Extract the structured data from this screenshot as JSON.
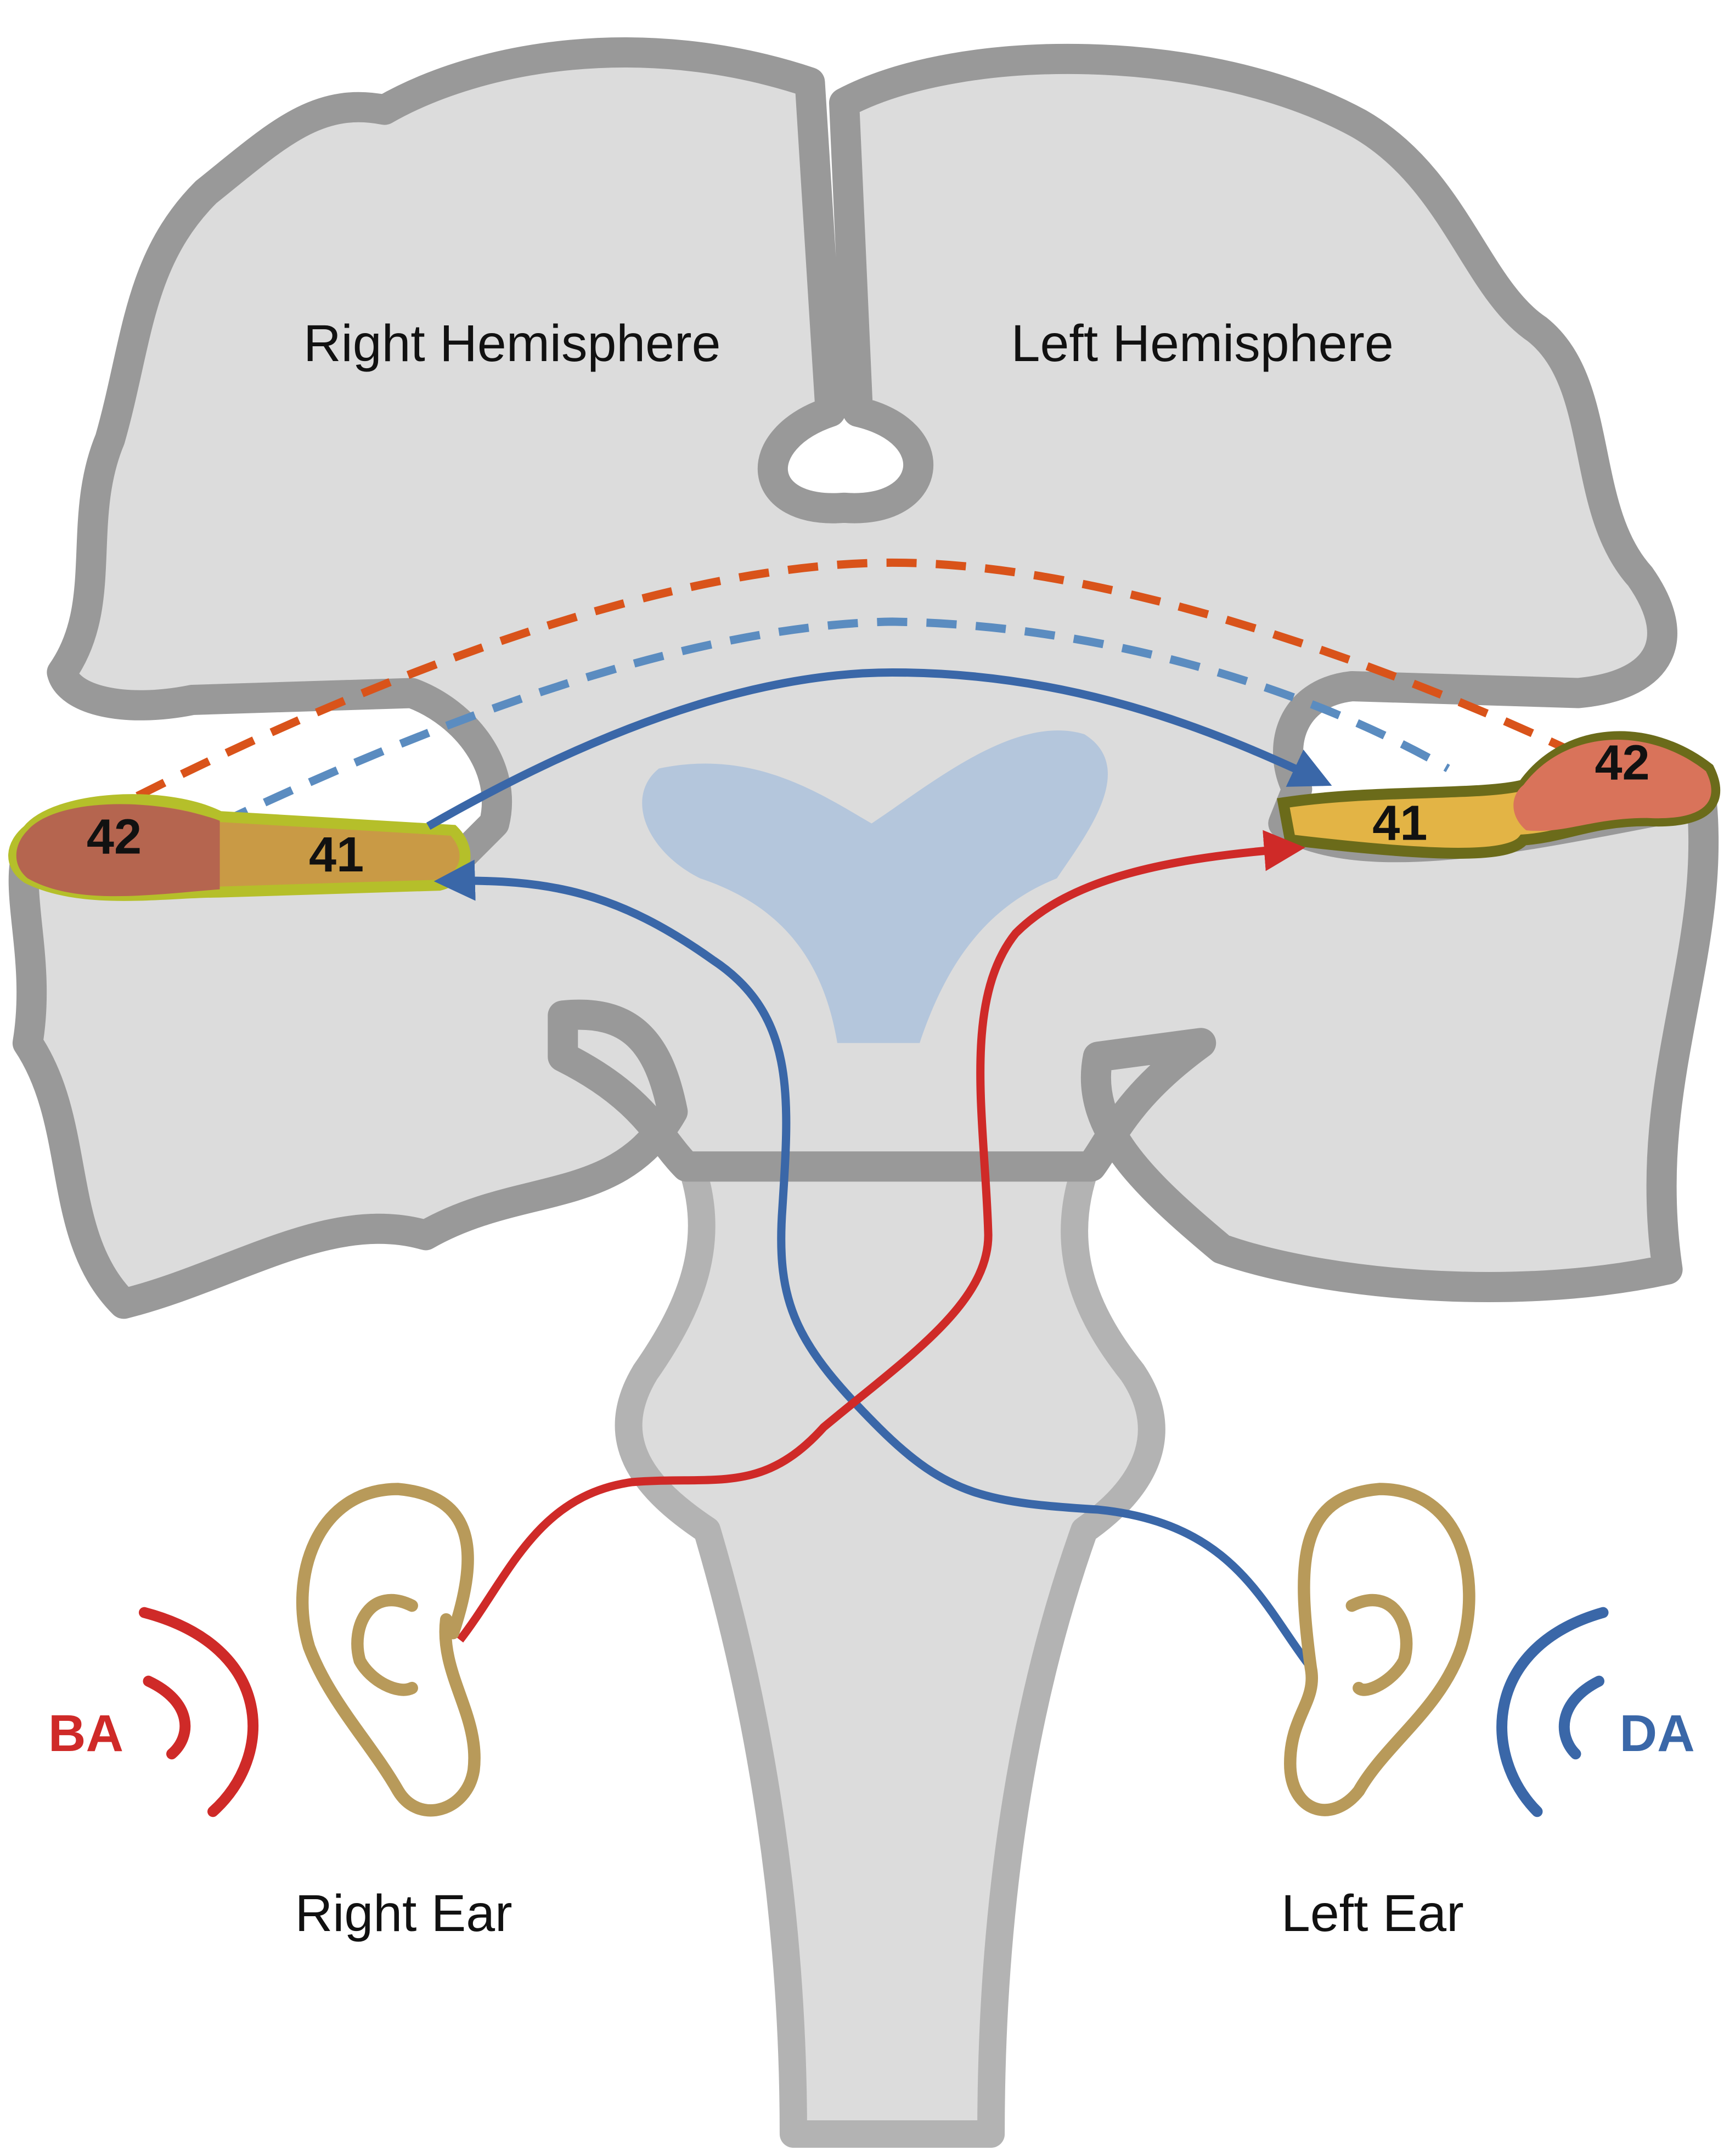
{
  "labels": {
    "right_hemisphere": "Right Hemisphere",
    "left_hemisphere": "Left Hemisphere",
    "right_ear": "Right Ear",
    "left_ear": "Left Ear"
  },
  "areas": {
    "right_area_42": "42",
    "right_area_41": "41",
    "left_area_42": "42",
    "left_area_41": "41"
  },
  "sources": {
    "right_source": "BA",
    "left_source": "DA"
  },
  "colors": {
    "brain_fill": "#dcdcdc",
    "brain_outline": "#999999",
    "brainstem_outline": "#b3b3b3",
    "ventricle": "#b4c6dc",
    "red_path": "#cf2a28",
    "blue_path": "#3a67a8",
    "orange_dashed": "#d9531a",
    "blue_dashed": "#5b8cc0",
    "ear": "#b89a5a"
  }
}
